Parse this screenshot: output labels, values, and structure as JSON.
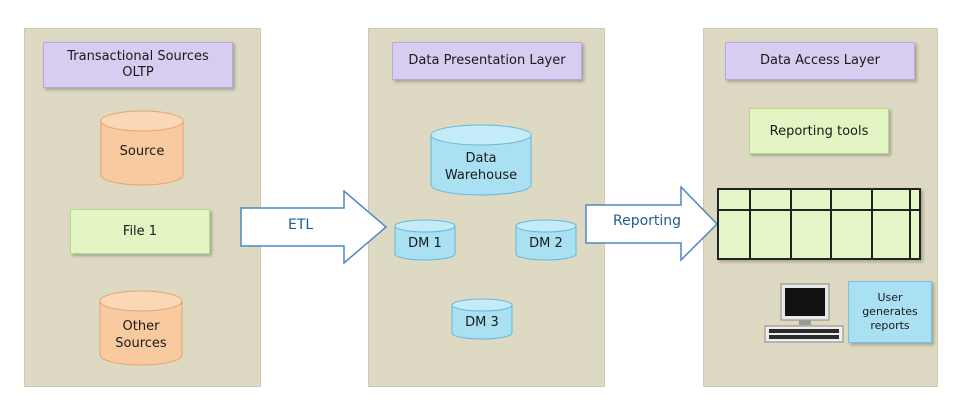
{
  "sources": {
    "header": "Transactional Sources\nOLTP",
    "source_db": "Source",
    "file": "File 1",
    "other_db": "Other\nSources"
  },
  "presentation": {
    "header": "Data Presentation Layer",
    "warehouse": "Data\nWarehouse",
    "dm1": "DM 1",
    "dm2": "DM 2",
    "dm3": "DM 3"
  },
  "access": {
    "header": "Data Access Layer",
    "reporting_tools": "Reporting tools",
    "user_reports": "User\ngenerates\nreports"
  },
  "arrows": {
    "etl": "ETL",
    "reporting": "Reporting"
  },
  "colors": {
    "panel": "#ddd9c3",
    "header": "#d6cdf0",
    "green": "#e2f5c2",
    "blue_cylinder": "#a9e0f2",
    "orange_cylinder": "#f9c9a0",
    "arrow_stroke": "#4f86c2"
  }
}
